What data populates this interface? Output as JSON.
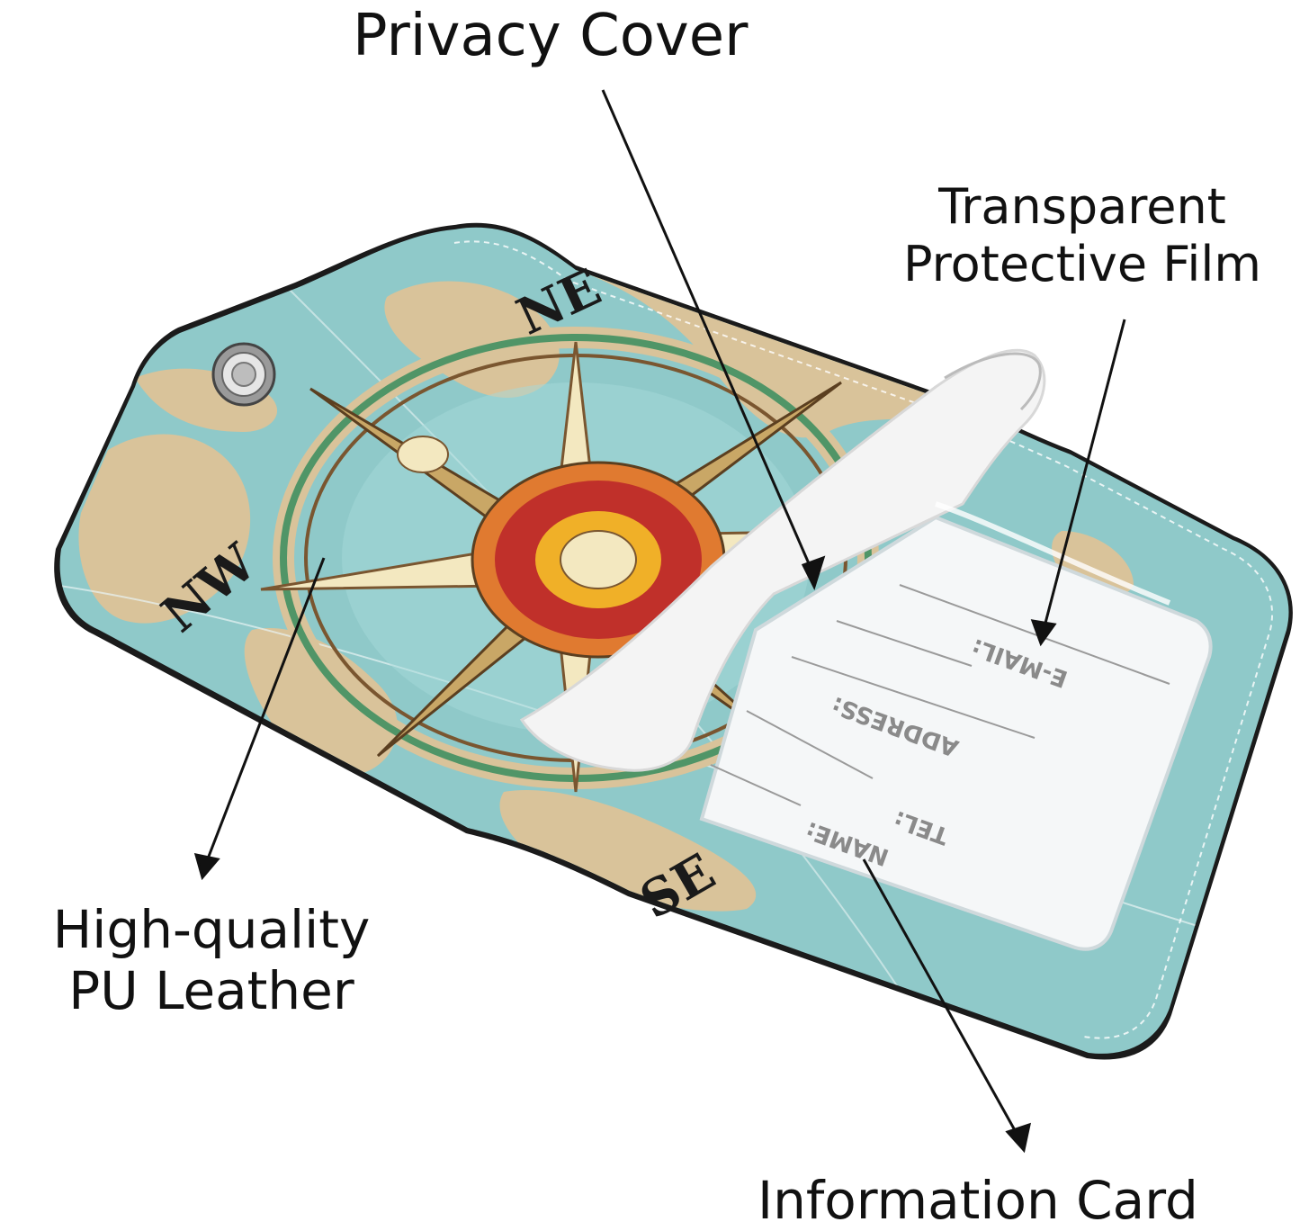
{
  "labels": {
    "privacy_cover": "Privacy Cover",
    "transparent_line1": "Transparent",
    "transparent_line2": "Protective Film",
    "leather_line1": "High-quality",
    "leather_line2": "PU Leather",
    "information_card": "Information Card"
  },
  "card_fields": {
    "email": "E-MAIL:",
    "address": "ADDRESS:",
    "tel": "TEL:",
    "name": "NAME:"
  },
  "colors": {
    "sea": "#8fc9c9",
    "land": "#d9c39a",
    "border": "#1b1b1b",
    "compass_red": "#c0302a",
    "compass_cream": "#f3e8c0",
    "compass_brown": "#7a5630",
    "arrow": "#111111"
  },
  "icons": [
    "grommet-icon",
    "compass-rose-icon",
    "ne-letters-icon",
    "nw-letters-icon",
    "se-letters-icon"
  ]
}
